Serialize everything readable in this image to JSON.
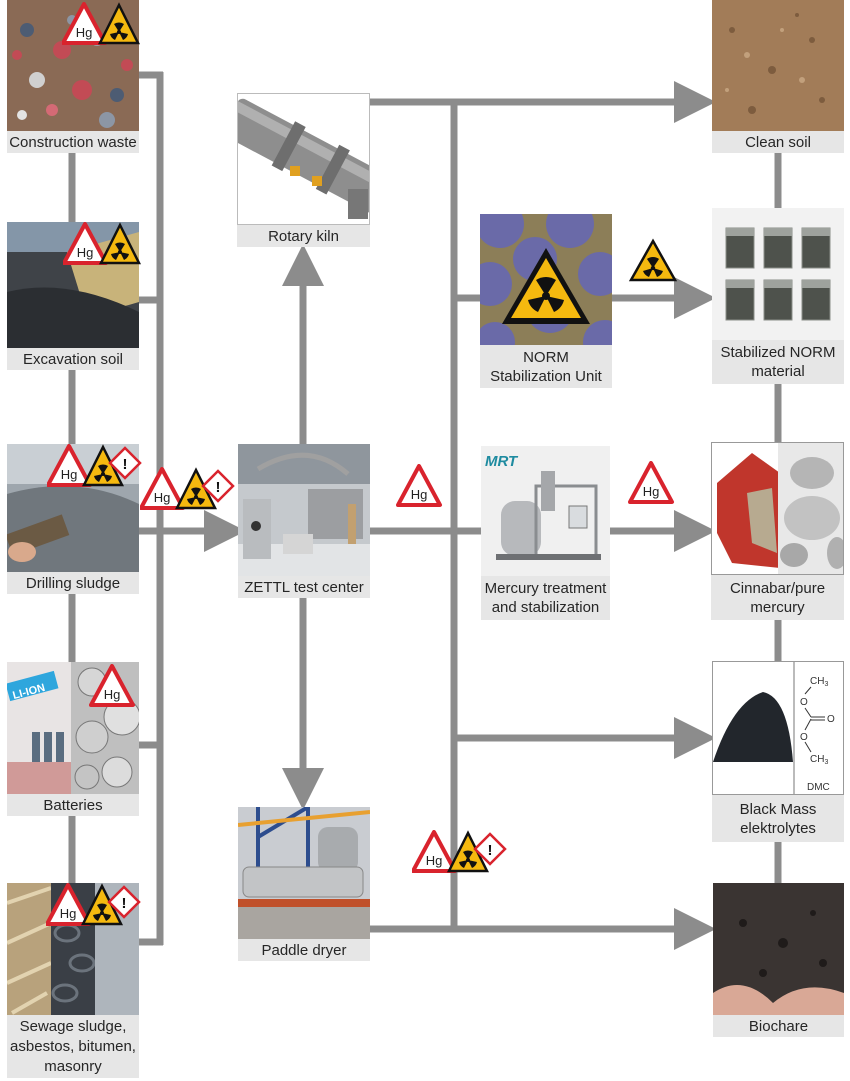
{
  "diagram": {
    "inputs": [
      {
        "id": "construction-waste",
        "label": "Construction waste",
        "hazards": [
          "Hg",
          "radioactive"
        ]
      },
      {
        "id": "excavation-soil",
        "label": "Excavation soil",
        "hazards": [
          "Hg",
          "radioactive"
        ]
      },
      {
        "id": "drilling-sludge",
        "label": "Drilling sludge",
        "hazards": [
          "Hg",
          "radioactive",
          "exclamation"
        ]
      },
      {
        "id": "batteries",
        "label": "Batteries",
        "hazards": [
          "Hg"
        ]
      },
      {
        "id": "sewage-sludge",
        "label": "Sewage sludge,\nasbestos, bitumen,\nmasonry",
        "hazards": [
          "Hg",
          "radioactive",
          "exclamation"
        ]
      }
    ],
    "processes": [
      {
        "id": "rotary-kiln",
        "label": "Rotary kiln"
      },
      {
        "id": "zettl-test-center",
        "label": "ZETTL test center"
      },
      {
        "id": "paddle-dryer",
        "label": "Paddle dryer"
      },
      {
        "id": "norm-stabilization-unit",
        "label": "NORM\nStabilization Unit"
      },
      {
        "id": "mercury-treatment",
        "label": "Mercury treatment\nand stabilization",
        "logo": "MRT"
      }
    ],
    "outputs": [
      {
        "id": "clean-soil",
        "label": "Clean soil"
      },
      {
        "id": "stabilized-norm",
        "label": "Stabilized NORM\nmaterial"
      },
      {
        "id": "cinnabar-mercury",
        "label": "Cinnabar/pure\nmercury"
      },
      {
        "id": "black-mass",
        "label": "Black Mass\nelektrolytes",
        "chem_label": "DMC",
        "chem_groups": [
          "CH3",
          "O",
          "O",
          "O",
          "CH3"
        ]
      },
      {
        "id": "biochare",
        "label": "Biochare"
      }
    ],
    "flow_hazards": {
      "into_test_center": [
        "Hg",
        "radioactive",
        "exclamation"
      ],
      "test_center_to_mercury": [
        "Hg"
      ],
      "mercury_to_output": [
        "Hg"
      ],
      "norm_to_output": [
        "radioactive"
      ],
      "paddle_bus": [
        "Hg",
        "radioactive",
        "exclamation"
      ]
    },
    "hazard_text": {
      "Hg": "Hg",
      "exclamation": "!"
    },
    "colors": {
      "connector": "#8c8c8c",
      "label_bg": "#e6e6e6",
      "hg_red": "#d9232d",
      "radiation_yellow": "#f5b90f",
      "norm_purple": "#6a6aa8"
    }
  }
}
